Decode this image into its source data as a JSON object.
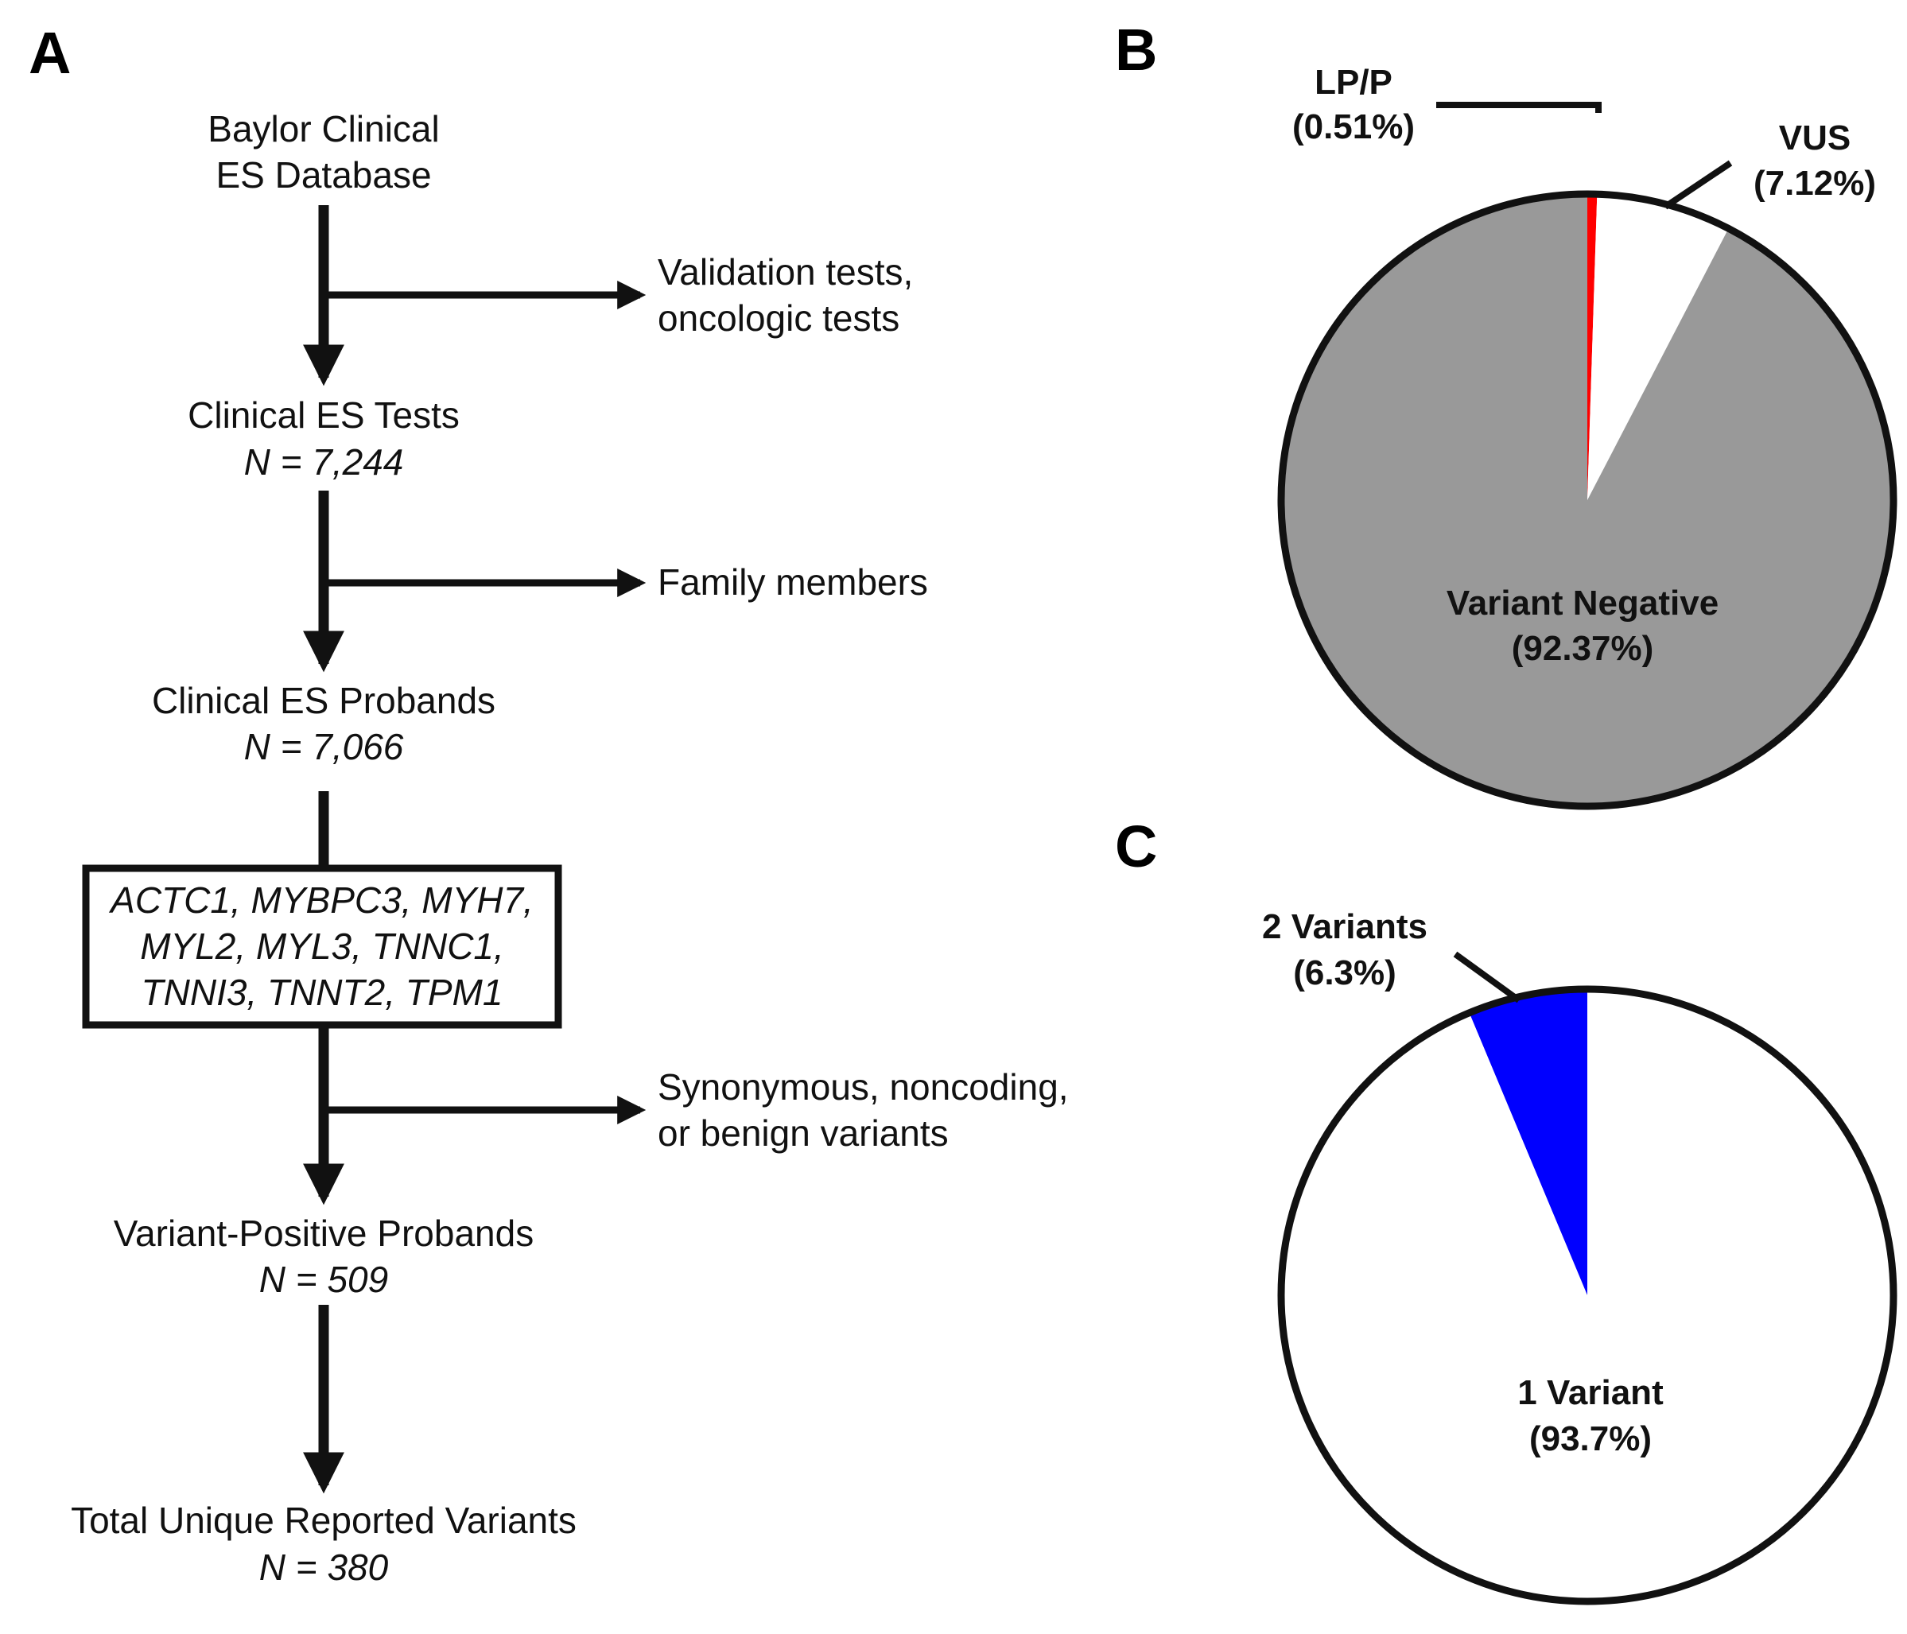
{
  "panels": {
    "a": "A",
    "b": "B",
    "c": "C"
  },
  "flowchart": {
    "source_line1": "Baylor Clinical",
    "source_line2": "ES Database",
    "exclusion1_line1": "Validation tests,",
    "exclusion1_line2": "oncologic tests",
    "tests_label": "Clinical ES Tests",
    "tests_n": "N = 7,244",
    "exclusion2": "Family members",
    "probands_label": "Clinical ES Probands",
    "probands_n": "N = 7,066",
    "genes_line1": "ACTC1, MYBPC3, MYH7,",
    "genes_line2": "MYL2, MYL3, TNNC1,",
    "genes_line3": "TNNI3, TNNT2, TPM1",
    "exclusion3_line1": "Synonymous, noncoding,",
    "exclusion3_line2": "or benign variants",
    "positive_label": "Variant-Positive Probands",
    "positive_n": "N = 509",
    "total_label": "Total Unique Reported Variants",
    "total_n": "N = 380"
  },
  "chart_data": [
    {
      "type": "pie",
      "panel": "B",
      "slices": [
        {
          "label": "LP/P",
          "percent_text": "(0.51%)",
          "value": 0.51,
          "color": "#ff0000"
        },
        {
          "label": "VUS",
          "percent_text": "(7.12%)",
          "value": 7.12,
          "color": "#ffffff"
        },
        {
          "label": "Variant Negative",
          "percent_text": "(92.37%)",
          "value": 92.37,
          "color": "#999999"
        }
      ]
    },
    {
      "type": "pie",
      "panel": "C",
      "slices": [
        {
          "label": "1 Variant",
          "percent_text": "(93.7%)",
          "value": 93.7,
          "color": "#ffffff"
        },
        {
          "label": "2 Variants",
          "percent_text": "(6.3%)",
          "value": 6.3,
          "color": "#0000ff"
        }
      ]
    }
  ]
}
